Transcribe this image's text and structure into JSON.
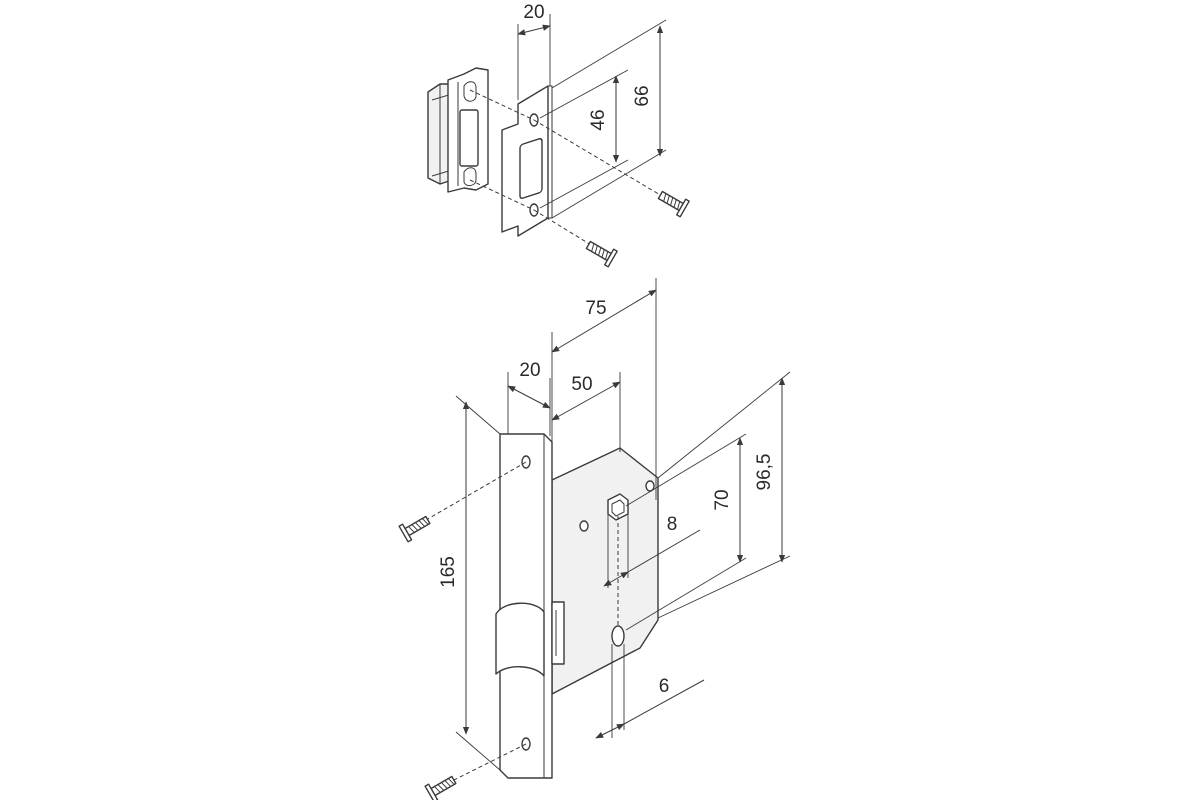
{
  "dimensions": {
    "strike_width": "20",
    "strike_hole_spacing": "46",
    "strike_height": "66",
    "backset": "75",
    "faceplate_width": "20",
    "case_depth": "50",
    "faceplate_height": "165",
    "handle_to_cylinder": "70",
    "case_height": "96,5",
    "spindle_square": "8",
    "cylinder_offset": "6"
  }
}
